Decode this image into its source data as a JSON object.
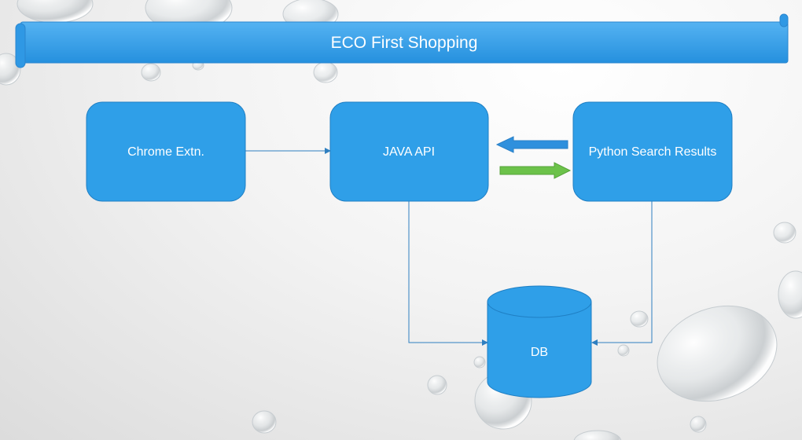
{
  "banner": {
    "title": "ECO First Shopping"
  },
  "nodes": {
    "chrome": "Chrome Extn.",
    "java": "JAVA API",
    "python": "Python Search Results",
    "db": "DB"
  },
  "colors": {
    "box": "#2f9fe8",
    "box_stroke": "#1f7fc4",
    "banner": "#3aa3ee",
    "connector": "#2f7fc0",
    "arrow_left": "#2f90dd",
    "arrow_right": "#6cc24a"
  }
}
